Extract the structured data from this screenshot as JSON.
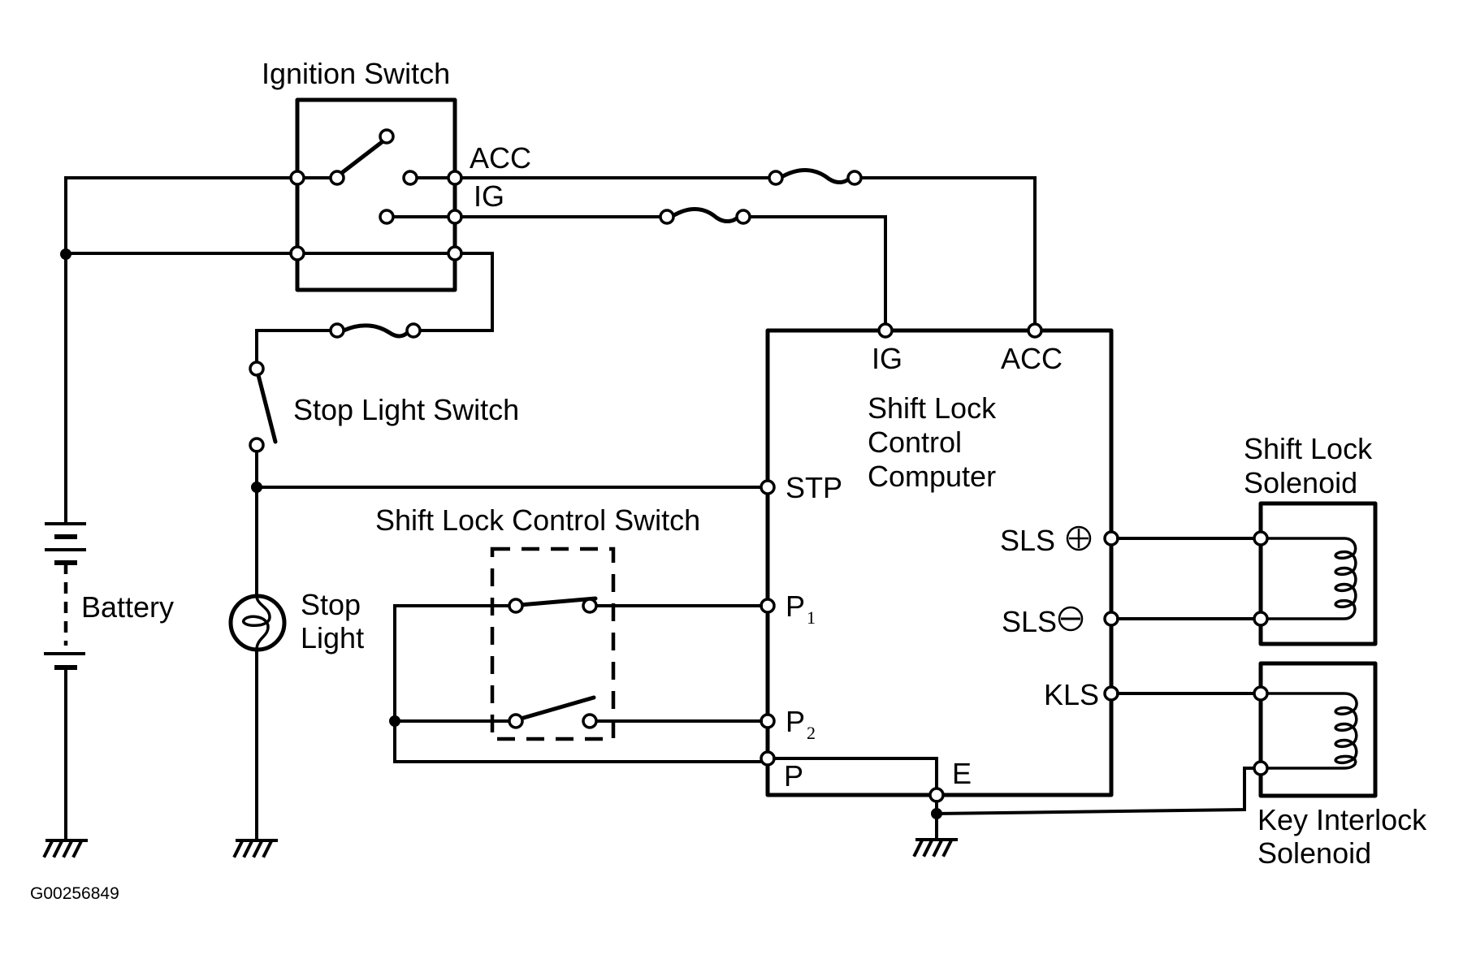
{
  "diagram": {
    "type": "wiring-schematic",
    "figure_id": "G00256849",
    "components": {
      "ignition_switch": {
        "label": "Ignition Switch",
        "terminals": [
          "ACC",
          "IG"
        ]
      },
      "battery": {
        "label": "Battery"
      },
      "stop_light_switch": {
        "label": "Stop Light Switch"
      },
      "stop_light": {
        "label_line1": "Stop",
        "label_line2": "Light"
      },
      "shift_lock_control_switch": {
        "label": "Shift Lock Control Switch"
      },
      "computer": {
        "label_line1": "Shift Lock",
        "label_line2": "Control",
        "label_line3": "Computer",
        "terminals": {
          "ig": "IG",
          "acc": "ACC",
          "stp": "STP",
          "p1": "P",
          "p1_sub": "1",
          "p2": "P",
          "p2_sub": "2",
          "p": "P",
          "e": "E",
          "sls_plus": "SLS",
          "sls_minus": "SLS",
          "kls": "KLS"
        }
      },
      "shift_lock_solenoid": {
        "label_line1": "Shift Lock",
        "label_line2": "Solenoid"
      },
      "key_interlock_solenoid": {
        "label_line1": "Key Interlock",
        "label_line2": "Solenoid"
      }
    },
    "connections": [
      "Battery + -> Ignition Switch (B terminals)",
      "Ignition Switch ACC -> fuse -> Computer ACC",
      "Ignition Switch IG -> fuse -> Computer IG",
      "Battery -> fuse -> Stop Light Switch -> Computer STP / Stop Light -> ground",
      "Shift Lock Control Switch -> Computer P1, P2, P",
      "Computer P -> E -> ground",
      "Computer SLS+ / SLS- -> Shift Lock Solenoid",
      "Computer KLS -> Key Interlock Solenoid -> ground"
    ]
  }
}
